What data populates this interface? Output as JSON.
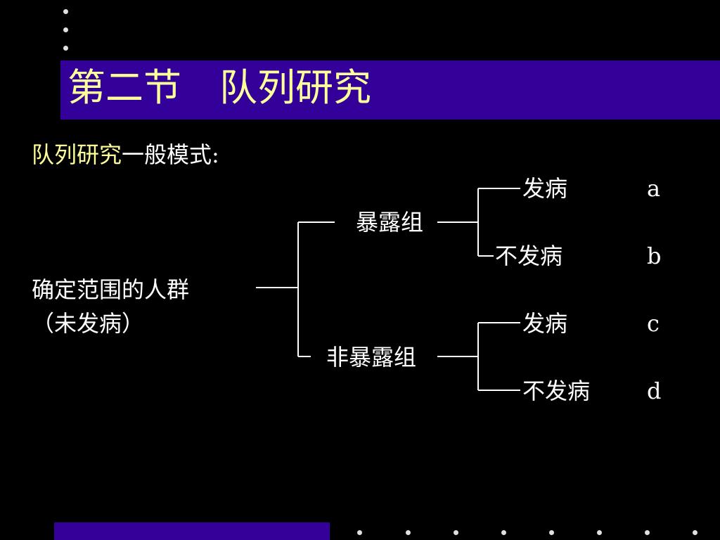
{
  "slide": {
    "title": "第二节　队列研究",
    "subtitle_highlight": "队列研究",
    "subtitle_rest": "一般模式:"
  },
  "diagram": {
    "population_line1": "确定范围的人群",
    "population_line2": "（未发病）",
    "exposed_group": "暴露组",
    "unexposed_group": "非暴露组",
    "outcomes": [
      {
        "label": "发病",
        "cell": "a"
      },
      {
        "label": "不发病",
        "cell": "b"
      },
      {
        "label": "发病",
        "cell": "c"
      },
      {
        "label": "不发病",
        "cell": "d"
      }
    ]
  },
  "colors": {
    "background": "#000000",
    "title_bar": "#330099",
    "title_text": "#ffff99",
    "highlight_text": "#ffff99",
    "body_text": "#ffffff",
    "bottom_bar": "#330099",
    "dots": "#e0e0e0"
  }
}
